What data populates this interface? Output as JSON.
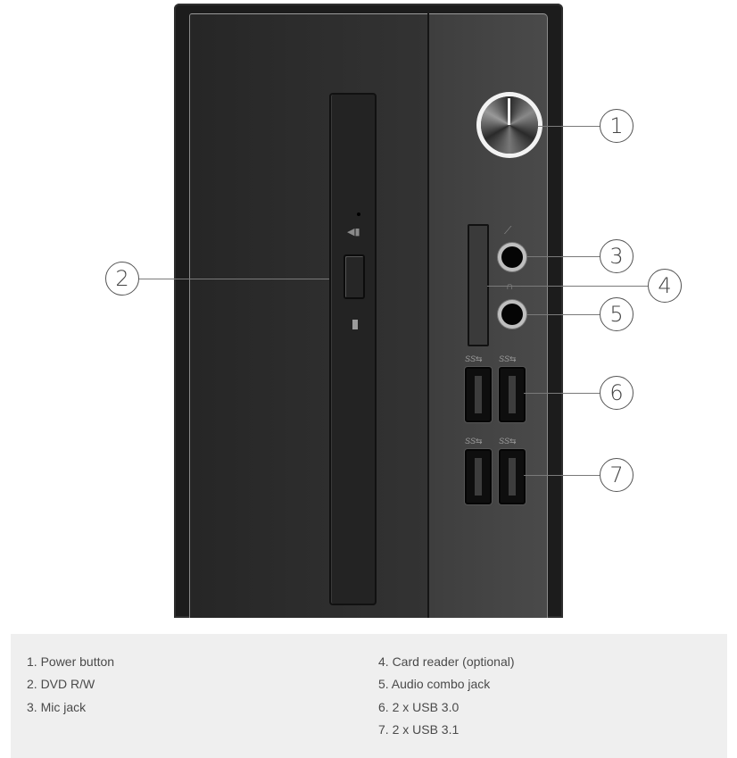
{
  "diagram": {
    "subject": "Desktop tower front panel",
    "callouts": [
      {
        "number": "1",
        "target": "power-button"
      },
      {
        "number": "2",
        "target": "dvd-drive"
      },
      {
        "number": "3",
        "target": "mic-jack"
      },
      {
        "number": "4",
        "target": "card-reader"
      },
      {
        "number": "5",
        "target": "audio-combo-jack"
      },
      {
        "number": "6",
        "target": "usb-3-0-ports"
      },
      {
        "number": "7",
        "target": "usb-3-1-ports"
      }
    ],
    "usb_labels": [
      "SS⇆",
      "SS⇆",
      "SS⇆",
      "SS⇆"
    ],
    "icons": {
      "mic": "mic-icon",
      "headphones": "headphones-icon",
      "eject": "eject-icon"
    }
  },
  "legend": {
    "left": [
      "1. Power button",
      "2. DVD R/W",
      "3. Mic jack"
    ],
    "right": [
      "4. Card reader (optional)",
      "5. Audio combo jack",
      "6. 2 x USB 3.0",
      "7. 2 x USB 3.1"
    ]
  },
  "colors": {
    "case": "#1c1c1c",
    "legend_bg": "#efefef",
    "legend_text": "#4a4a4a",
    "callout_line": "#7a7a7a"
  }
}
